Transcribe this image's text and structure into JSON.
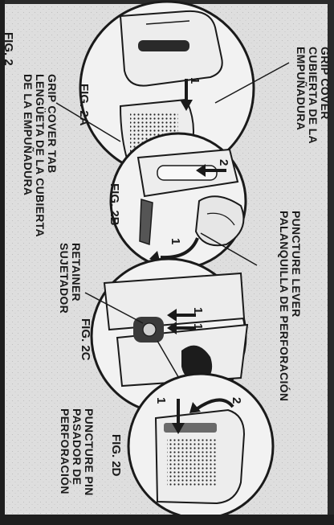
{
  "labels": {
    "grip_cover": [
      "GRIP COVER",
      "CUBIERTA DE LA",
      "EMPUÑADURA"
    ],
    "grip_cover_tab": [
      "GRIP COVER TAB",
      "LENGÜETA DE LA CUBIERTA",
      "DE LA EMPUÑADURA"
    ],
    "puncture_lever": [
      "PUNCTURE LEVER",
      "PALANQUILLA DE PERFORACIÓN"
    ],
    "retainer": [
      "RETAINER",
      "SUJETADOR"
    ],
    "puncture_pin": [
      "PUNCTURE PIN",
      "PASADOR DE",
      "PERFORACIÓN"
    ]
  },
  "figures": {
    "fig2": "FIG. 2",
    "fig2a": "FIG. 2A",
    "fig2b": "FIG. 2B",
    "fig2c": "FIG. 2C",
    "fig2d": "FIG. 2D"
  },
  "step_numbers": {
    "a1": "1",
    "b1": "1",
    "b2": "2",
    "c1": "1",
    "c1b": "1",
    "d1": "1",
    "d2": "2"
  }
}
